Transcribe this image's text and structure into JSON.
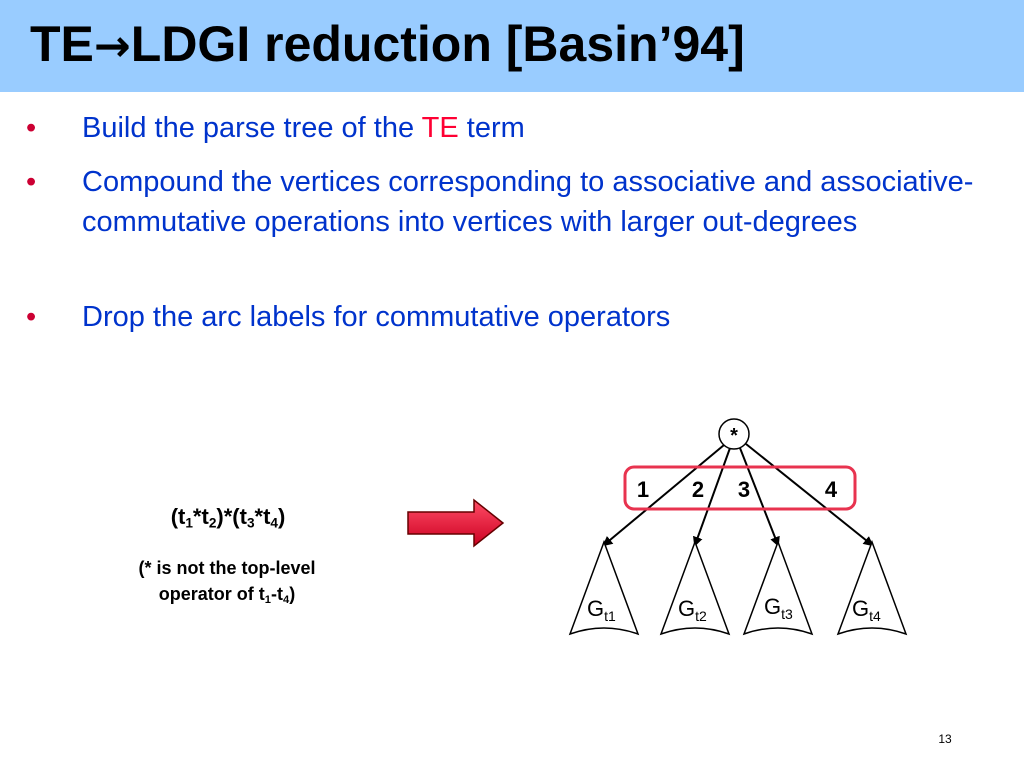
{
  "title": {
    "pre": "TE",
    "arrow": "→",
    "post": "LDGI reduction [Basin’94]"
  },
  "bullets": [
    {
      "marker": "•",
      "pre": "Build the parse tree of the ",
      "highlight": "TE",
      "post": " term"
    },
    {
      "marker": "•",
      "text": "Compound the vertices corresponding to associative and associative-commutative operations into vertices with larger out-degrees"
    },
    {
      "marker": "•",
      "text": "Drop the arc labels for commutative operators"
    }
  ],
  "expression": {
    "parts": [
      "(t",
      "1",
      "*t",
      "2",
      ")*(t",
      "3",
      "*t",
      "4",
      ")"
    ]
  },
  "note": {
    "line1": "(* is not the top-level",
    "line2_pre": "operator of t",
    "sub1": "1",
    "dash": "-t",
    "sub2": "4",
    "close": ")"
  },
  "diagram": {
    "root_label": "*",
    "arc_labels": [
      "1",
      "2",
      "3",
      "4"
    ],
    "subgraphs": [
      {
        "base": "G",
        "sub": "t1"
      },
      {
        "base": "G",
        "sub": "t2"
      },
      {
        "base": "G",
        "sub": "t3"
      },
      {
        "base": "G",
        "sub": "t4"
      }
    ],
    "colors": {
      "highlight": "#e8334f",
      "arrow_fill": "#e8002a"
    }
  },
  "slide_number": "13"
}
